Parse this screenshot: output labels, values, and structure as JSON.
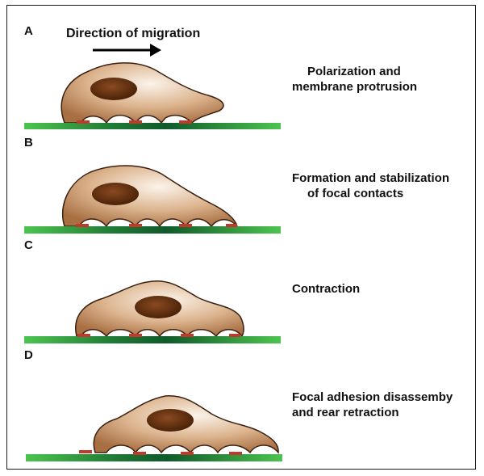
{
  "arrow_label": "Direction of migration",
  "panels": [
    {
      "letter": "A",
      "caption_line1": "Polarization and",
      "caption_line2": "membrane protrusion"
    },
    {
      "letter": "B",
      "caption_line1": "Formation and stabilization",
      "caption_line2": "of focal contacts"
    },
    {
      "letter": "C",
      "caption_line1": "Contraction",
      "caption_line2": ""
    },
    {
      "letter": "D",
      "caption_line1": "Focal adhesion disassemby",
      "caption_line2": "and rear retraction"
    }
  ],
  "colors": {
    "substrate_green": "#3cb043",
    "substrate_dark": "#0f5a2a",
    "cell_light": "#f6e9dc",
    "cell_dark": "#b07a4c",
    "cell_outline": "#3a2010",
    "nucleus": "#6b3410",
    "adhesion_red": "#c0392b"
  }
}
